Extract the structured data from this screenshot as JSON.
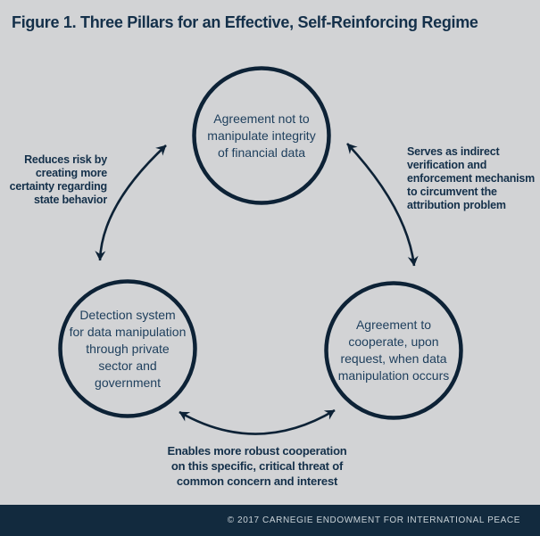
{
  "title": "Figure 1. Three Pillars for an Effective, Self-Reinforcing Regime",
  "nodes": {
    "top": {
      "lines": [
        "Agreement not to",
        "manipulate integrity",
        "of financial data"
      ]
    },
    "bottom_left": {
      "lines": [
        "Detection system",
        "for data manipulation",
        "through private",
        "sector and",
        "government"
      ]
    },
    "bottom_right": {
      "lines": [
        "Agreement to",
        "cooperate, upon",
        "request, when data",
        "manipulation occurs"
      ]
    }
  },
  "labels": {
    "left": {
      "lines": [
        "Reduces risk by",
        "creating more",
        "certainty regarding",
        "state behavior"
      ]
    },
    "right": {
      "lines": [
        "Serves as indirect",
        "verification and",
        "enforcement mechanism",
        "to circumvent the",
        "attribution problem"
      ]
    },
    "bottom": {
      "lines": [
        "Enables more robust cooperation",
        "on this specific, critical threat of",
        "common concern and interest"
      ]
    }
  },
  "footer": {
    "copyright": "© 2017 CARNEGIE ENDOWMENT FOR INTERNATIONAL PEACE"
  },
  "colors": {
    "background": "#d2d3d5",
    "stroke_navy": "#0d2236",
    "node_text_navy": "#1d3e5c",
    "label_navy": "#14304a",
    "footer_background": "#122a3e",
    "footer_text": "#c9d2d8"
  }
}
